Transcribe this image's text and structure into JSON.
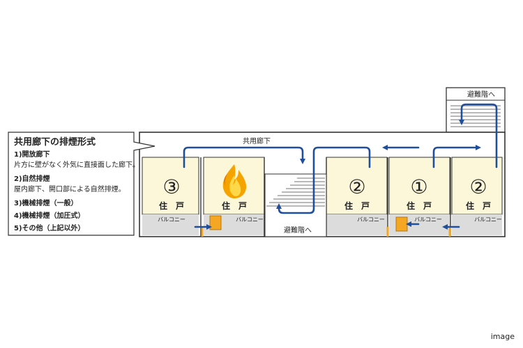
{
  "callout": {
    "title": "共用廊下の排煙形式",
    "lines": [
      "1)開放廊下",
      "片方に壁がなく外気に直接面した廊下。",
      "2)自然排煙",
      "屋内廊下、開口部による自然排煙。",
      "3)機械排煙（一般）",
      "4)機械排煙（加圧式）",
      "5)その他（上記以外）"
    ]
  },
  "corridor_label": "共用廊下",
  "evac_stair_top": "避難階へ",
  "evac_stair_bottom": "避難階へ",
  "units": [
    {
      "number": "③",
      "label": "住　戸"
    },
    {
      "number": "",
      "label": "住　戸"
    },
    {
      "number": "②",
      "label": "住　戸"
    },
    {
      "number": "①",
      "label": "住　戸"
    },
    {
      "number": "②",
      "label": "住　戸"
    }
  ],
  "balcony_label": "バルコニー",
  "credit": "image",
  "colors": {
    "arrow": "#1f4e9c",
    "room_fill": "#fbf7d8",
    "balcony_fill": "#dcdcdc",
    "fire": "#f5a300",
    "door": "#f5a623"
  }
}
